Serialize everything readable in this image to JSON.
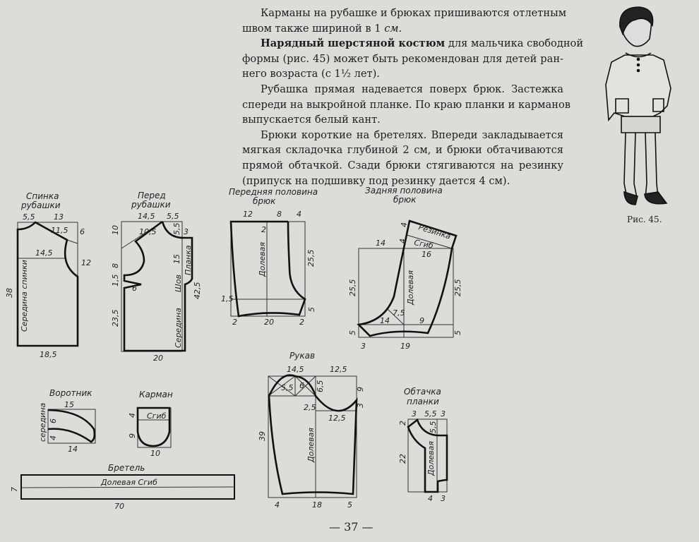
{
  "text": {
    "p1": [
      "Карманы на рубашке и брюках пришиваются отлетным",
      "швом также шириной в 1 ",
      "см."
    ],
    "p2_bold": "Нарядный шерстяной костюм",
    "p2": [
      " для мальчика свободной",
      "формы (рис. 45) может быть рекомендован для детей ран-",
      "него возраста (с 1½ лет)."
    ],
    "p3": [
      "Рубашка прямая надевается поверх брюк. Застежка",
      "спереди на выкройной планке. По краю планки и карманов",
      "выпускается белый кант."
    ],
    "p4": [
      "Брюки короткие на бретелях. Впереди закладывается",
      "мягкая складочка глубиной 2 см, и брюки обтачиваются",
      "прямой обтачкой. Сзади брюки стягиваются на резинку",
      "(припуск на подшивку под резинку дается 4 см)."
    ]
  },
  "figure": {
    "caption": "Рис. 45."
  },
  "page_number": "— 37 —",
  "patterns": {
    "back_shirt": {
      "title1": "Спинка",
      "title2": "рубашки",
      "labels": [
        "5,5",
        "13",
        "11,5",
        "6",
        "14,5",
        "12",
        "38",
        "Середина спинки",
        "18,5"
      ]
    },
    "front_shirt": {
      "title1": "Перед",
      "title2": "рубашки",
      "labels": [
        "14,5",
        "5,5",
        "10",
        "10,5",
        "5,5",
        "3",
        "8",
        "15",
        "Планка",
        "1,5",
        "6",
        "Шов",
        "42,5",
        "23,5",
        "Середина",
        "20"
      ]
    },
    "front_trousers": {
      "title1": "Передняя половина",
      "title2": "брюк",
      "labels": [
        "12",
        "8",
        "4",
        "2",
        "Долевая",
        "25,5",
        "1,5",
        "5",
        "2",
        "20",
        "2"
      ]
    },
    "back_trousers": {
      "title1": "Задняя половина",
      "title2": "брюк",
      "labels": [
        "4",
        "4",
        "Резинка",
        "Сгиб",
        "14",
        "16",
        "25,5",
        "Долевая",
        "25,5",
        "7,5",
        "14",
        "9",
        "5",
        "5",
        "3",
        "19"
      ]
    },
    "sleeve": {
      "title": "Рукав",
      "labels": [
        "14,5",
        "12,5",
        "5,5",
        "6",
        "6,5",
        "9",
        "2,5",
        "3",
        "12,5",
        "39",
        "Долевая",
        "4",
        "18",
        "5"
      ]
    },
    "facing": {
      "title1": "Обтачка",
      "title2": "планки",
      "labels": [
        "3",
        "5,5",
        "3",
        "2",
        "5,5",
        "22",
        "Долевая",
        "4",
        "3"
      ]
    },
    "collar": {
      "title": "Воротник",
      "labels": [
        "15",
        "середина",
        "6",
        "4",
        "14"
      ]
    },
    "pocket": {
      "title": "Карман",
      "labels": [
        "Сгиб",
        "4",
        "9",
        "10"
      ]
    },
    "strap": {
      "title": "Бретель",
      "labels": [
        "Долевая Сгиб",
        "7",
        "70"
      ]
    }
  }
}
